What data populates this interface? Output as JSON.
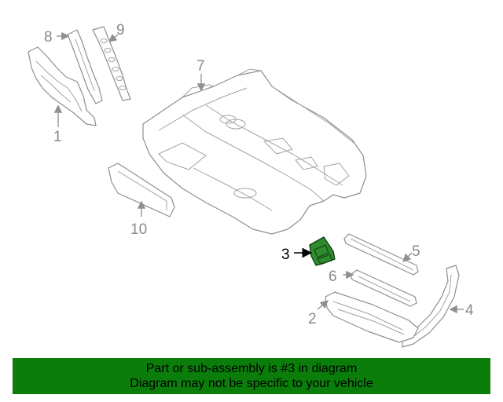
{
  "diagram": {
    "callouts": {
      "c1": "1",
      "c2": "2",
      "c3": "3",
      "c4": "4",
      "c5": "5",
      "c6": "6",
      "c7": "7",
      "c8": "8",
      "c9": "9",
      "c10": "10"
    },
    "highlight_color": "#2e8b2e"
  },
  "banner": {
    "line1": "Part or sub-assembly is #3 in diagram",
    "line2": "Diagram may not be specific to your vehicle",
    "background": "#0a7d0a"
  }
}
